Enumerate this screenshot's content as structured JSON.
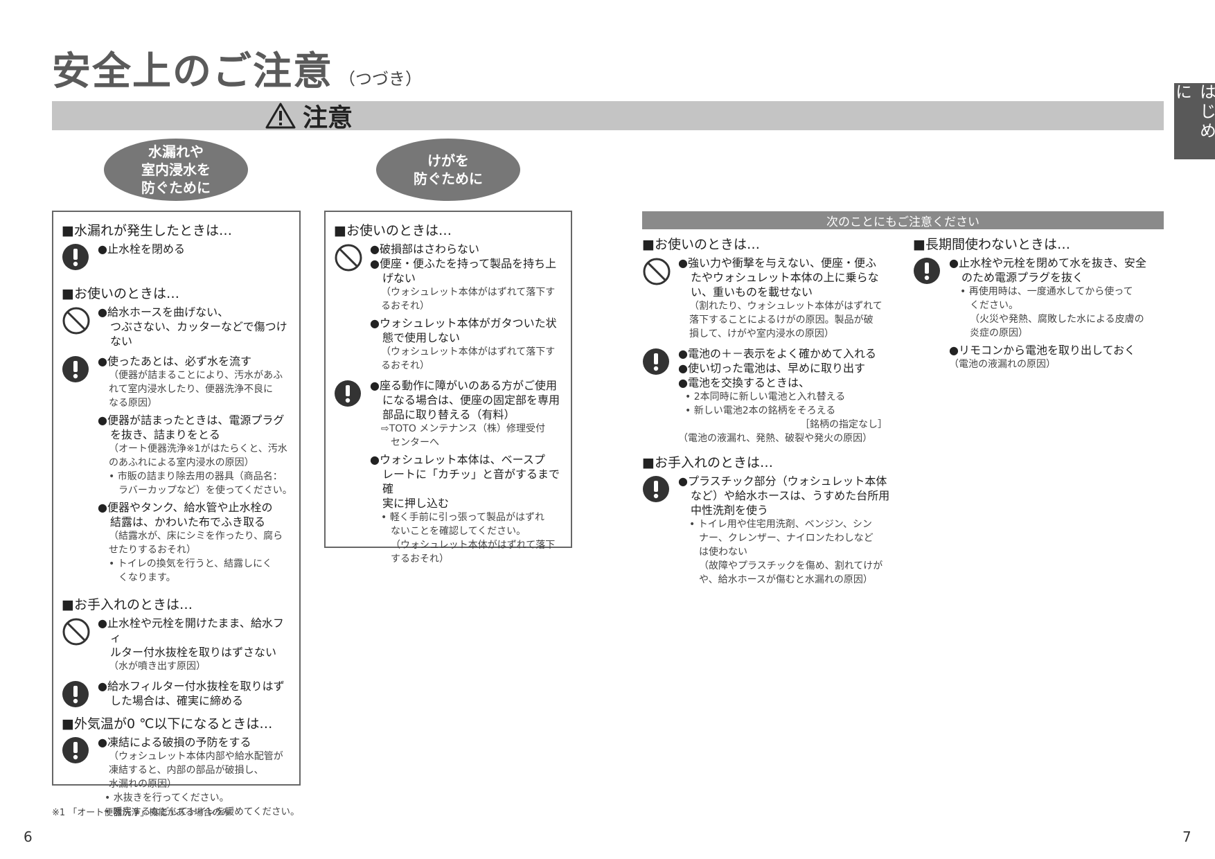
{
  "header": {
    "title": "安全上のご注意",
    "title_suffix": "（つづき）",
    "band_label": "注意",
    "side_tab": "はじめに"
  },
  "ovals": {
    "left": "水漏れや\n室内浸水を\n防ぐために",
    "middle": "けがを\n防ぐために"
  },
  "box1": {
    "s1_head": "■水漏れが発生したときは…",
    "s1_i1_l1": "●止水栓を閉める",
    "s2_head": "■お使いのときは…",
    "s2_i1_l1": "●給水ホースを曲げない、",
    "s2_i1_l2": "つぶさない、カッターなどで傷つけない",
    "s2_i2_l1": "●使ったあとは、必ず水を流す",
    "s2_i2_n1": "（便器が詰まることにより、汚水があふ",
    "s2_i2_n2": "れて室内浸水したり、便器洗浄不良に",
    "s2_i2_n3": "なる原因）",
    "s2_i2_l2": "●便器が詰まったときは、電源プラグ",
    "s2_i2_l3": "を抜き、詰まりをとる",
    "s2_i2_n4": "（オート便器洗浄※1がはたらくと、汚水",
    "s2_i2_n5": "のあふれによる室内浸水の原因）",
    "s2_i2_s1": "• 市販の詰まり除去用の器具（商品名：",
    "s2_i2_s2": "ラバーカップなど）を使ってください。",
    "s2_i2_l4": "●便器やタンク、給水管や止水栓の",
    "s2_i2_l5": "結露は、かわいた布でふき取る",
    "s2_i2_n6": "（結露水が、床にシミを作ったり、腐ら",
    "s2_i2_n7": "せたりするおそれ）",
    "s2_i2_s3": "• トイレの換気を行うと、結露しにく",
    "s2_i2_s4": "くなります。",
    "s3_head": "■お手入れのときは…",
    "s3_i1_l1": "●止水栓や元栓を開けたまま、給水フィ",
    "s3_i1_l2": "ルター付水抜栓を取りはずさない",
    "s3_i1_n1": "（水が噴き出す原因）",
    "s3_i2_l1": "●給水フィルター付水抜栓を取りはず",
    "s3_i2_l2": "した場合は、確実に締める",
    "s4_head": "■外気温が0 ℃以下になるときは…",
    "s4_i1_l1": "●凍結による破損の予防をする",
    "s4_i1_n1": "（ウォシュレット本体内部や給水配管が",
    "s4_i1_n2": "凍結すると、内部の部品が破損し、",
    "s4_i1_n3": "水漏れの原因）",
    "s4_i1_s1": "• 水抜きを行ってください。",
    "s4_i1_s2": "• 暖房するなどしてトイレを暖めてください。"
  },
  "box2": {
    "s1_head": "■お使いのときは…",
    "i1_l1": "●破損部はさわらない",
    "i1_l2": "●便座・便ふたを持って製品を持ち上",
    "i1_l3": "げない",
    "i1_n1": "（ウォシュレット本体がはずれて落下す",
    "i1_n2": "るおそれ）",
    "i1_l4": "●ウォシュレット本体がガタついた状",
    "i1_l5": "態で使用しない",
    "i1_n3": "（ウォシュレット本体がはずれて落下す",
    "i1_n4": "るおそれ）",
    "i2_l1": "●座る動作に障がいのある方がご使用",
    "i2_l2": "になる場合は、便座の固定部を専用",
    "i2_l3": "部品に取り替える（有料）",
    "i2_n1": "⇨TOTO メンテナンス（株）修理受付",
    "i2_n2": "センターへ",
    "i2_l4": "●ウォシュレット本体は、ベースプ",
    "i2_l5": "レートに「カチッ」と音がするまで確",
    "i2_l6": "実に押し込む",
    "i2_s1": "• 軽く手前に引っ張って製品がはずれ",
    "i2_s2": "ないことを確認してください。",
    "i2_s3": "（ウォシュレット本体がはずれて落下",
    "i2_s4": "するおそれ）"
  },
  "right": {
    "notice": "次のことにもご注意ください",
    "c1_head": "■お使いのときは…",
    "c1_i1_l1": "●強い力や衝撃を与えない、便座・便ふ",
    "c1_i1_l2": "たやウォシュレット本体の上に乗らな",
    "c1_i1_l3": "い、重いものを載せない",
    "c1_i1_n1": "（割れたり、ウォシュレット本体がはずれて",
    "c1_i1_n2": "落下することによるけがの原因。製品が破",
    "c1_i1_n3": "損して、けがや室内浸水の原因）",
    "c1_i2_l1": "●電池の＋－表示をよく確かめて入れる",
    "c1_i2_l2": "●使い切った電池は、早めに取り出す",
    "c1_i2_l3": "●電池を交換するときは、",
    "c1_i2_s1": "• 2本同時に新しい電池と入れ替える",
    "c1_i2_s2": "• 新しい電池2本の銘柄をそろえる",
    "c1_i2_r1": "［銘柄の指定なし］",
    "c1_i2_n1": "（電池の液漏れ、発熱、破裂や発火の原因）",
    "c1_head2": "■お手入れのときは…",
    "c1_i3_l1": "●プラスチック部分（ウォシュレット本体",
    "c1_i3_l2": "など）や給水ホースは、うすめた台所用",
    "c1_i3_l3": "中性洗剤を使う",
    "c1_i3_s1": "• トイレ用や住宅用洗剤、ベンジン、シン",
    "c1_i3_s2": "ナー、クレンザー、ナイロンたわしなど",
    "c1_i3_s3": "は使わない",
    "c1_i3_s4": "（故障やプラスチックを傷め、割れてけが",
    "c1_i3_s5": "や、給水ホースが傷むと水漏れの原因）",
    "c2_head": "■長期間使わないときは…",
    "c2_i1_l1": "●止水栓や元栓を閉めて水を抜き、安全",
    "c2_i1_l2": "のため電源プラグを抜く",
    "c2_i1_s1": "• 再使用時は、一度通水してから使って",
    "c2_i1_s2": "ください。",
    "c2_i1_s3": "（火災や発熱、腐敗した水による皮膚の",
    "c2_i1_s4": "炎症の原因）",
    "c2_i1_l3": "●リモコンから電池を取り出しておく",
    "c2_i1_n1": "（電池の液漏れの原因）"
  },
  "footer": {
    "footnote": "※1 「オート便器洗浄」機能がある場合のみ",
    "page_left": "6",
    "page_right": "7"
  }
}
